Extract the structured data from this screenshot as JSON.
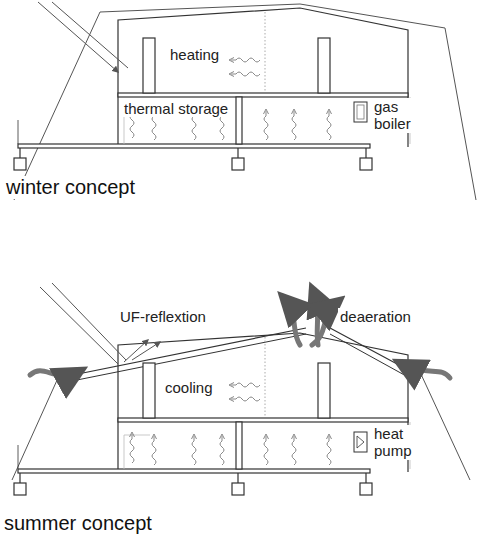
{
  "diagram": {
    "labels": [
      "heating",
      "thermal storage",
      "gas boiler",
      "winter concept",
      "UF-reflextion",
      "deaeration",
      "cooling",
      "heat pump",
      "summer concept"
    ]
  }
}
